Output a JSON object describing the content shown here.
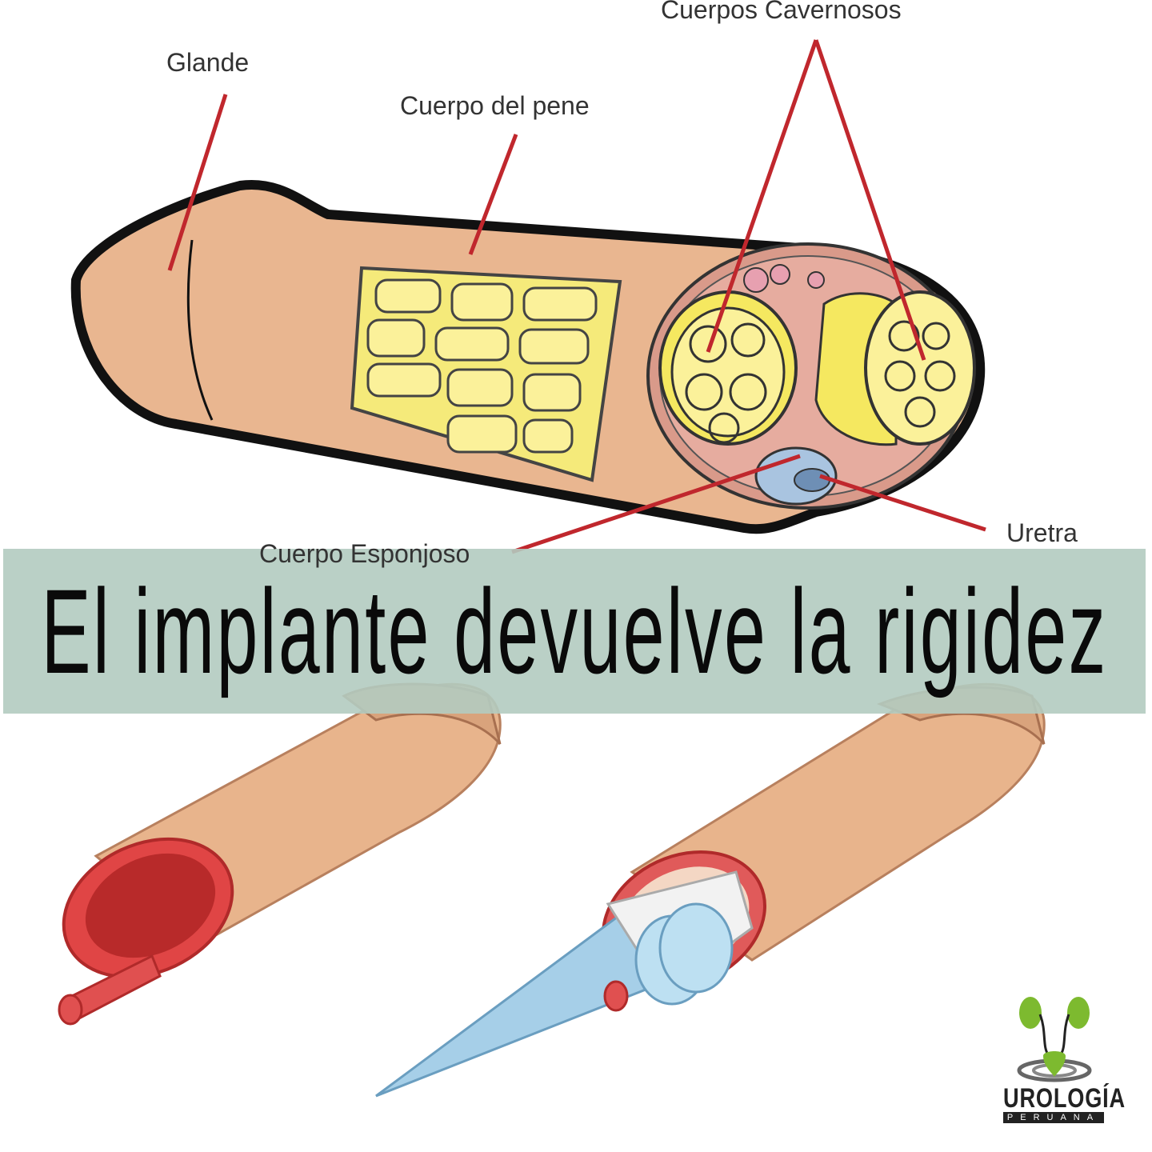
{
  "labels": {
    "glande": "Glande",
    "cuerpo_pene": "Cuerpo del pene",
    "cuerpos_cavernosos": "Cuerpos Cavernosos",
    "cuerpo_esponjoso": "Cuerpo Esponjoso",
    "uretra": "Uretra"
  },
  "banner": {
    "title": "El implante devuelve la rigidez"
  },
  "logo": {
    "name": "UROLOGÍA",
    "subtitle": "PERUANA"
  },
  "colors": {
    "skin": "#e9b690",
    "line": "#c0272d",
    "tissue": "#f5ea7a",
    "banner": "#b2cbc0",
    "logo_green": "#7dba2f"
  }
}
